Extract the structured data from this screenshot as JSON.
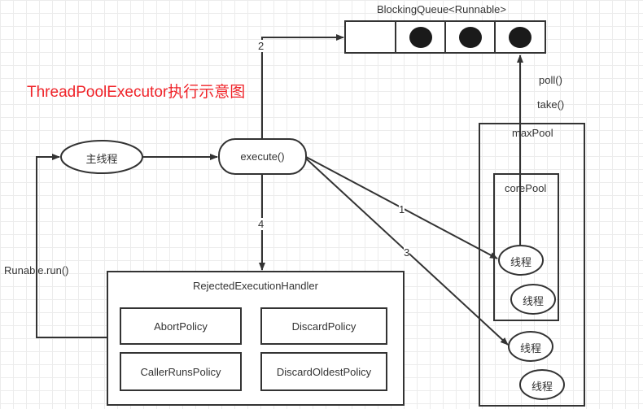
{
  "title": "ThreadPoolExecutor执行示意图",
  "queue": {
    "label": "BlockingQueue<Runnable>",
    "slots": [
      false,
      true,
      true,
      true
    ]
  },
  "nodes": {
    "main_thread": "主线程",
    "execute": "execute()",
    "max_pool": "maxPool",
    "core_pool": "corePool",
    "thread_label": "线程",
    "rejected_handler": "RejectedExecutionHandler"
  },
  "policies": [
    "AbortPolicy",
    "DiscardPolicy",
    "CallerRunsPolicy",
    "DiscardOldestPolicy"
  ],
  "edges": {
    "step1": "1",
    "step2": "2",
    "step3": "3",
    "step4": "4",
    "poll": "poll()",
    "take": "take()",
    "runnable_run": "Runable.run()"
  },
  "colors": {
    "title": "#f0242a",
    "stroke": "#333333",
    "token": "#1a1a1a"
  }
}
